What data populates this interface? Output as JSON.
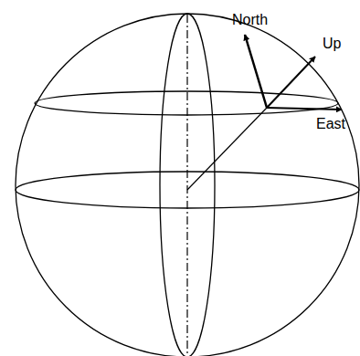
{
  "diagram": {
    "labels": [
      "North",
      "Up",
      "East"
    ]
  }
}
